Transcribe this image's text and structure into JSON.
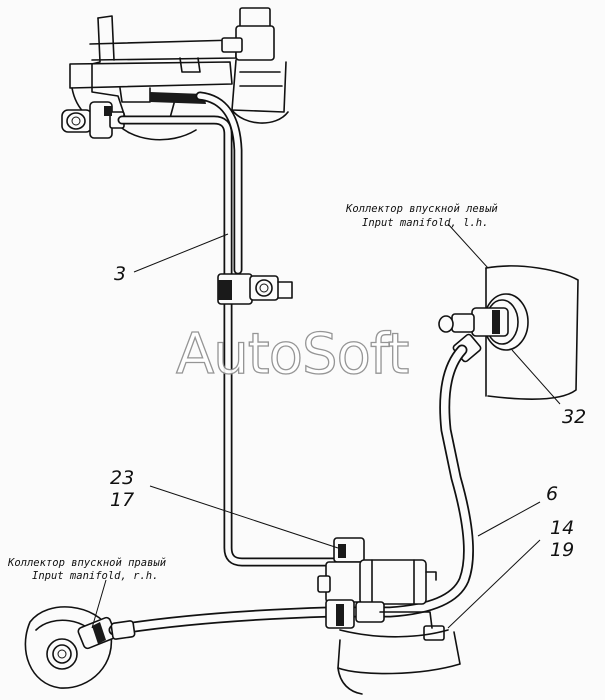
{
  "watermark": "AutoSoft",
  "labels": {
    "n3": "3",
    "n32": "32",
    "n23": "23",
    "n17": "17",
    "n6": "6",
    "n14": "14",
    "n19": "19"
  },
  "captions": {
    "left_ru": "Коллектор впускной левый",
    "left_en": "Input manifold, l.h.",
    "right_ru": "Коллектор впускной правый",
    "right_en": "Input manifold, r.h."
  }
}
